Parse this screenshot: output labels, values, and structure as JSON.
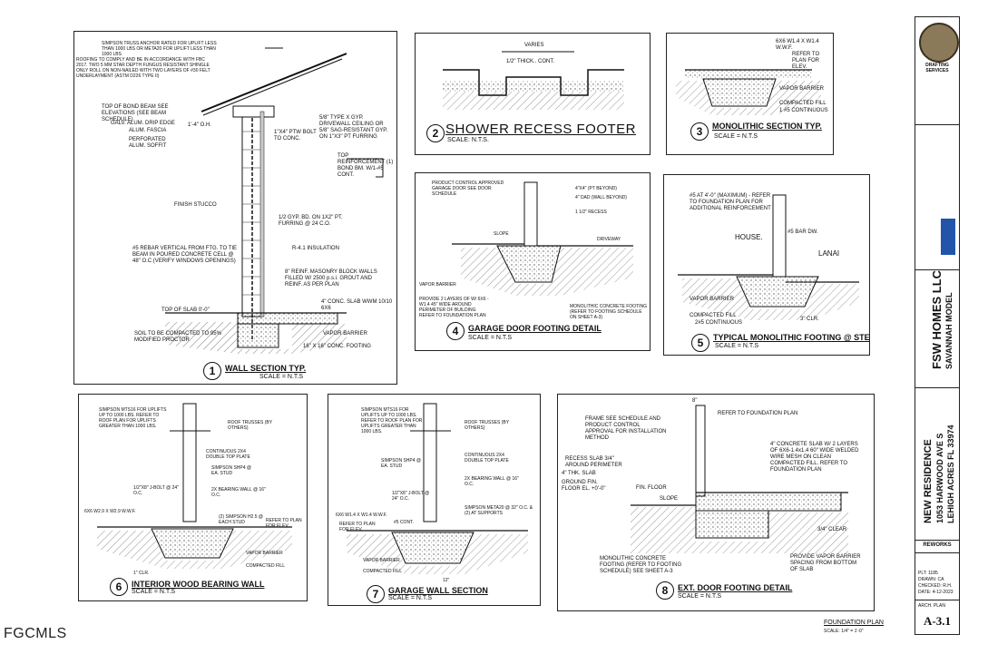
{
  "sheet_title": "FOUNDATION PLAN",
  "sheet_scale": "SCALE: 1/4\" = 1'-0\"",
  "brand_mark": "FGCMLS",
  "details": [
    {
      "num": "1",
      "title": "WALL SECTION TYP.",
      "scale": "SCALE = N.T.S",
      "notes": [
        "SIMPSON TRUSS ANCHOR RATED FOR UPLIFT LESS THAN 1000 LBS OR META20 FOR UPLIFT LESS THAN 1000 LBS",
        "ROOFING TO COMPLY AND BE IN ACCORDANCE WITH FBC 2017. TWO 5 MM STAR DEPTH FUNGUS RESISTANT SHINGLE ONLY ROLL ON NON-NAILED WITH TWO LAYERS OF #30 FELT UNDERLAYMENT (ASTM D226 TYPE II)",
        "TOP OF BOND BEAM SEE ELEVATIONS (SEE BEAM SCHEDULE)",
        "GALV. ALUM. DRIP EDGE",
        "ALUM. FASCIA",
        "PERFORATED ALUM. SOFFIT",
        "1'-4\" O.H.",
        "5/8\" TYPE X GYP. DRIVEWALL CEILING OR 5/8\" SAG-RESISTANT GYP. ON 1\"X3\" PT FURRING",
        "1\"X4\" PTW BOLT TO CONC.",
        "TOP REINFORCEMENT (1) BOND BM. W/1-#5 CONT.",
        "FINISH STUCCO",
        "1/2 GYP. BD. ON 1X2\" PT. FURRING @ 24 C.O.",
        "#5 REBAR VERTICAL FROM FTG. TO TIE BEAM IN POURED CONCRETE CELL @ 48\" O.C (VERIFY WINDOWS OPENINGS)",
        "R-4.1 INSULATION",
        "8\" REINF. MASONRY BLOCK WALLS FILLED W/ 2500 p.s.i. GROUT AND REINF. AS PER PLAN",
        "TOP OF SLAB 0'-0\"",
        "4\" CONC. SLAB WWM 10/10 6X6",
        "SOIL TO BE COMPACTED TO 95% MODIFIED PROCTOR",
        "VAPOR BARRIER",
        "16\" X 16\" CONC. FOOTING"
      ]
    },
    {
      "num": "2",
      "title": "SHOWER RECESS FOOTER",
      "scale": "SCALE: N.T.S.",
      "notes": [
        "VARIES",
        "1/2\" THICK.. CONT."
      ]
    },
    {
      "num": "3",
      "title": "MONOLITHIC SECTION TYP.",
      "scale": "SCALE = N.T.S",
      "notes": [
        "6X6 W1.4 X W1.4 W.W.F.",
        "REFER TO PLAN FOR ELEV.",
        "VAPOR BARRIER",
        "COMPACTED FILL",
        "1 #5 CONTINUOUS"
      ]
    },
    {
      "num": "4",
      "title": "GARAGE DOOR FOOTING DETAIL",
      "scale": "SCALE = N.T.S",
      "notes": [
        "PRODUCT CONTROL APPROVED GARAGE DOOR SEE DOOR SCHEDULE",
        "4\"X4\" (PT BEYOND)",
        "4\" DAD (WALL BEYOND)",
        "1 1/2\" RECESS",
        "SLOPE",
        "DRIVEWAY",
        "VAPOR BARRIER",
        "PROVIDE 2 LAYERS OF W/ 6X6 - W1.4 45\" WIDE AROUND PERIMETER OF BUILDING REFER TO FOUNDATION PLAN",
        "MONOLITHIC CONCRETE FOOTING (REFER TO FOOTING SCHEDULE ON SHEET A-3)"
      ]
    },
    {
      "num": "5",
      "title": "TYPICAL MONOLITHIC FOOTING @ STEP",
      "scale": "SCALE = N.T.S",
      "notes": [
        "#5 AT 4'-0\" (MAXIMUM) - REFER TO FOUNDATION PLAN FOR ADDITIONAL REINFORCEMENT",
        "HOUSE.",
        "LANAI",
        "VAPOR BARRIER",
        "COMPACTED FILL",
        "2#5 CONTINUOUS",
        "3\" CLR.",
        "#5 BAR DW."
      ]
    },
    {
      "num": "6",
      "title": "INTERIOR WOOD BEARING WALL",
      "scale": "SCALE = N.T.S",
      "notes": [
        "SIMPSON MTS16 FOR UPLIFTS UP TO 1000 LBS. REFER TO ROOF PLAN FOR UPLIFTS GREATER THAN 1000 LBS.",
        "ROOF TRUSSES (BY OTHERS)",
        "CONTINUOUS 2X4 DOUBLE TOP PLATE",
        "SIMPSON SHP4 @ EA. STUD",
        "1/2\"X8\" J-BOLT @ 24\" O.C.",
        "2X BEARING WALL @ 16\" O.C.",
        "(2) SIMPSON H2.5 @ EACH STUD",
        "6X6 W2.9 X W2.9 W.W.F.",
        "REFER TO PLAN FOR ELEV.",
        "VAPOR BARRIER",
        "COMPACTED FILL",
        "1\" CLR."
      ]
    },
    {
      "num": "7",
      "title": "GARAGE WALL SECTION",
      "scale": "SCALE = N.T.S",
      "notes": [
        "SIMPSON MTS16 FOR UPLIFTS UP TO 1000 LBS. REFER TO ROOF PLAN FOR UPLIFTS GREATER THAN 1000 LBS.",
        "ROOF TRUSSES (BY OTHERS)",
        "CONTINUOUS 2X4 DOUBLE TOP PLATE",
        "SIMPSON SHP4 @ EA. STUD",
        "2X BEARING WALL @ 16\" O.C.",
        "1/2\"X8\" J-BOLT @ 24\" O.C.",
        "SIMPSON META20 @ 32\" O.C. & (2) AT SUPPORTS",
        "6X6 W1.4 X W1.4 W.W.F.",
        "#5 CONT.",
        "REFER TO PLAN FOR ELEV.",
        "VAPOR BARRIER",
        "COMPACTED FILL",
        "12\""
      ]
    },
    {
      "num": "8",
      "title": "EXT. DOOR FOOTING DETAIL",
      "scale": "SCALE = N.T.S",
      "notes": [
        "FRAME SEE SCHEDULE AND PRODUCT CONTROL APPROVAL FOR INSTALLATION METHOD",
        "REFER TO FOUNDATION PLAN",
        "RECESS SLAB 3/4\" AROUND PERIMETER",
        "4\" CONCRETE SLAB W/ 2 LAYERS OF 6X6-1.4x1.4 60\" WIDE WELDED WIRE MESH ON CLEAN COMPACTED FILL. REFER TO FOUNDATION PLAN",
        "4\" THK. SLAB",
        "GROUND FIN. FLOOR EL. +0'-0\"",
        "FIN. FLOOR",
        "SLOPE",
        "3/4\" CLEAR",
        "MONOLITHIC CONCRETE FOOTING (REFER TO FOOTING SCHEDULE) SEE SHEET A-3",
        "PROVIDE VAPOR BARRIER SPACING FROM BOTTOM OF SLAB",
        "8\""
      ]
    }
  ],
  "title_block": {
    "company_caption": "DRAFTING SERVICES",
    "client": "FSW HOMES LLC",
    "model": "SAVANNAH MODEL",
    "project": "NEW RESIDENCE",
    "address1": "1053 HARWOOD AVE S",
    "address2": "LEHIGH ACRES FL 33974",
    "reworks": "REWORKS",
    "sheet_id": "A-3.1",
    "sheet_name": "ARCH. PLAN",
    "info_lines": [
      "PLT: 1185",
      "DRAWN: CA",
      "CHECKED: R.H.",
      "DATE: 4-12-2023"
    ]
  }
}
